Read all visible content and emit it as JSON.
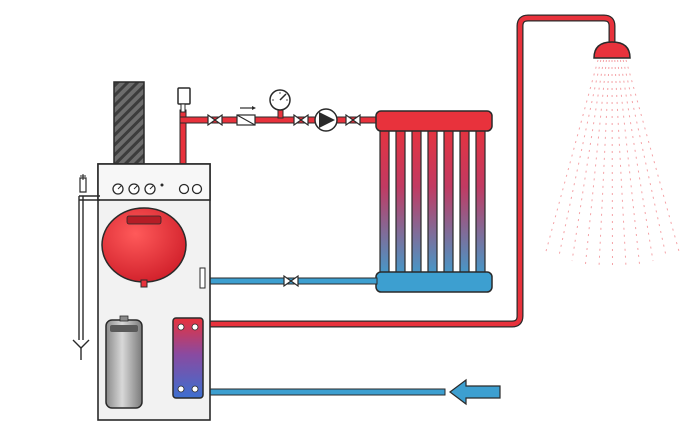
{
  "diagram": {
    "kind": "combi-boiler-heating-schematic",
    "colors": {
      "hot": "#e8323c",
      "cold": "#3d9fd0",
      "outline": "#2a2a2a",
      "boiler_body": "#f2f2f2",
      "expansion_vessel": "#e8323c",
      "cylinder": "#a9a9a9",
      "flue": "#555555",
      "arrow": "#3d9fd0"
    },
    "labels": {
      "expansion_vessel_brand": "",
      "cylinder_brand": ""
    },
    "components": [
      {
        "id": "boiler",
        "icon": "boiler-icon"
      },
      {
        "id": "flue",
        "icon": "chimney-icon"
      },
      {
        "id": "expansion-vessel",
        "icon": "expansion-tank-icon"
      },
      {
        "id": "hot-water-cylinder",
        "icon": "cylinder-icon"
      },
      {
        "id": "plate-heat-exchanger",
        "icon": "heat-exchanger-icon"
      },
      {
        "id": "air-vent",
        "icon": "air-vent-icon"
      },
      {
        "id": "gate-valve",
        "icon": "valve-icon"
      },
      {
        "id": "check-valve",
        "icon": "check-valve-icon"
      },
      {
        "id": "pressure-gauge",
        "icon": "gauge-icon"
      },
      {
        "id": "circulation-pump",
        "icon": "pump-icon"
      },
      {
        "id": "radiator",
        "icon": "radiator-icon"
      },
      {
        "id": "shower-head",
        "icon": "shower-icon"
      },
      {
        "id": "cold-inlet-arrow",
        "icon": "arrow-left-icon"
      }
    ],
    "radiator": {
      "sections": 7
    },
    "boiler_controls": {
      "knobs": 3,
      "buttons": 2
    }
  }
}
